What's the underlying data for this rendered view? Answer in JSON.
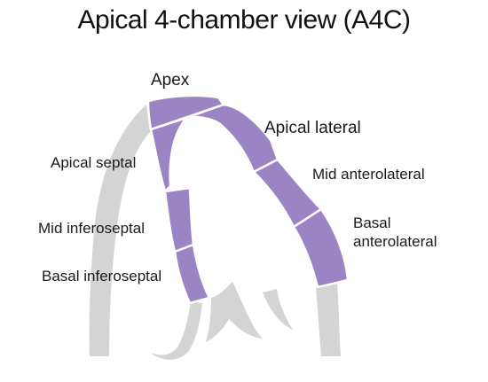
{
  "title": "Apical 4-chamber view (A4C)",
  "colors": {
    "segment_fill": "#9b84c4",
    "segment_border": "#ffffff",
    "tissue": "#d4d4d4",
    "text": "#1a1a1a"
  },
  "labels": {
    "apex": "Apex",
    "apical_lateral": "Apical lateral",
    "apical_septal": "Apical septal",
    "mid_anterolateral": "Mid anterolateral",
    "mid_inferoseptal": "Mid inferoseptal",
    "basal_anterolateral_line1": "Basal",
    "basal_anterolateral_line2": "anterolateral",
    "basal_inferoseptal": "Basal inferoseptal"
  }
}
